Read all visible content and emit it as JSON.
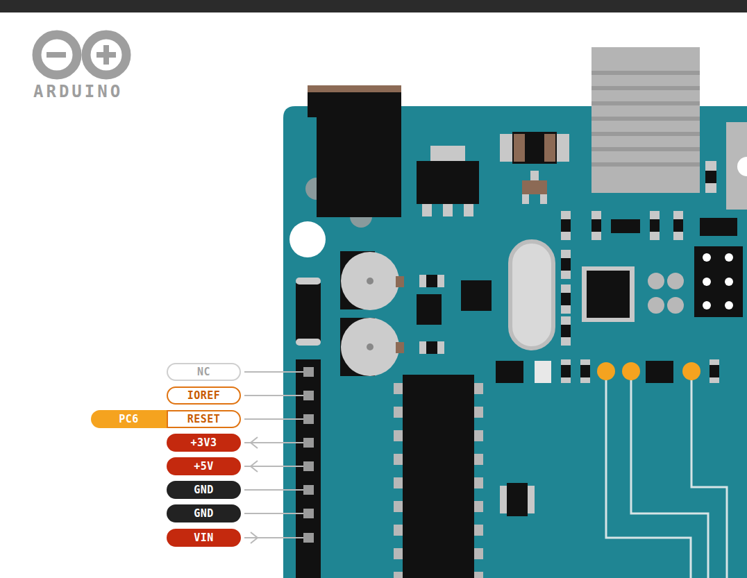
{
  "diagram": {
    "nodes": [
      {
        "text": [
          "NC"
        ]
      },
      {
        "text": [
          "IOREF"
        ]
      },
      {
        "text": [
          "PC6"
        ]
      },
      {
        "text": [
          "RESET"
        ]
      },
      {
        "text": [
          "+3V3"
        ]
      },
      {
        "text": [
          "+5V"
        ]
      },
      {
        "text": [
          "GND"
        ]
      },
      {
        "text": [
          "GND"
        ]
      },
      {
        "text": [
          "VIN"
        ]
      }
    ],
    "labels": [
      "ARDUINO"
    ]
  }
}
